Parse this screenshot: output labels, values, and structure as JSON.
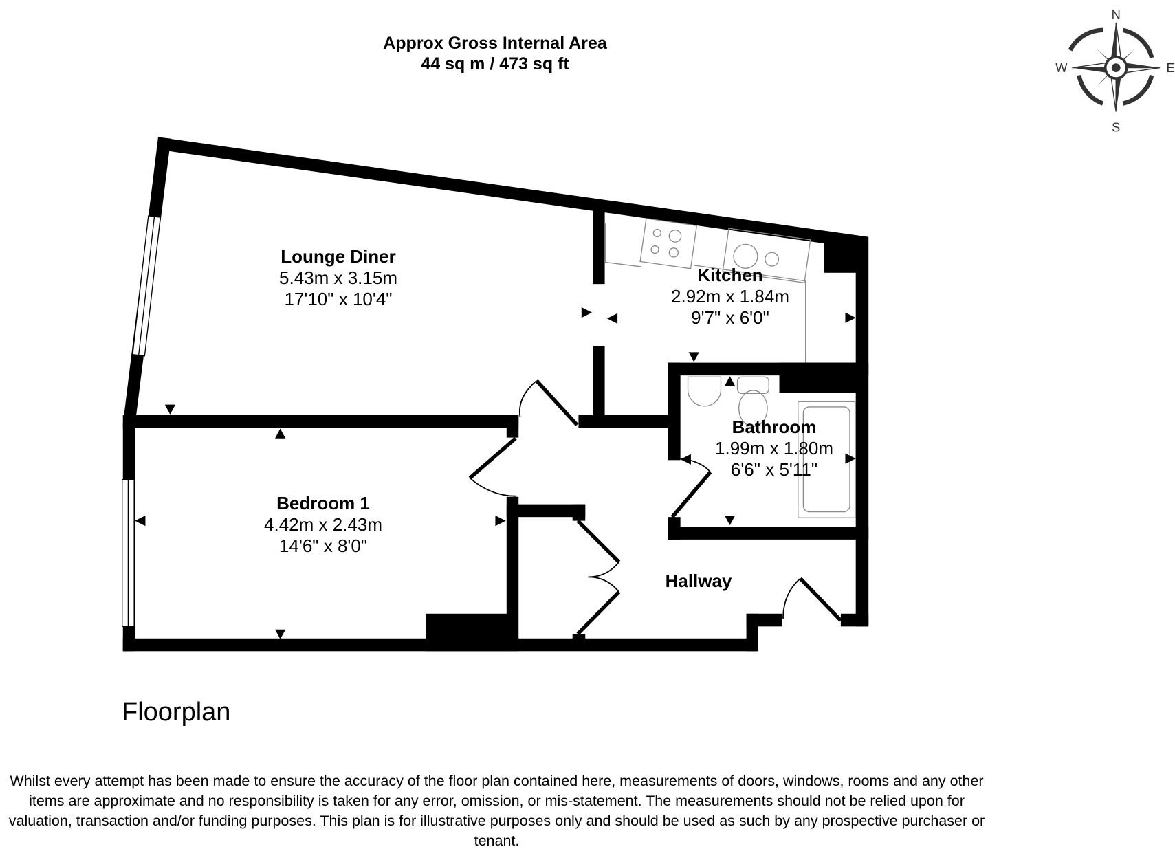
{
  "header": {
    "title": "Approx Gross Internal Area",
    "area": "44 sq m / 473 sq ft"
  },
  "compass": {
    "north": "N",
    "south": "S",
    "east": "E",
    "west": "W",
    "icon": "compass-rose-icon"
  },
  "rooms": [
    {
      "name": "Lounge Diner",
      "metric": "5.43m x 3.15m",
      "imperial": "17'10\" x 10'4\""
    },
    {
      "name": "Kitchen",
      "metric": "2.92m x 1.84m",
      "imperial": "9'7\" x 6'0\""
    },
    {
      "name": "Bathroom",
      "metric": "1.99m x 1.80m",
      "imperial": "6'6\" x 5'11\""
    },
    {
      "name": "Bedroom 1",
      "metric": "4.42m x 2.43m",
      "imperial": "14'6\" x 8'0\""
    },
    {
      "name": "Hallway"
    }
  ],
  "plan_label": "Floorplan",
  "disclaimer": "Whilst every attempt has been made to ensure the accuracy of the floor plan contained here, measurements of doors, windows, rooms and any other items are approximate and no responsibility is taken for any error, omission, or mis-statement. The measurements should not be relied upon for valuation, transaction and/or funding purposes. This plan is for illustrative purposes only and should be used as such by any prospective purchaser or tenant.",
  "colors": {
    "wall": "#000000",
    "fixture": "#8a8a8a",
    "compass": "#333333"
  }
}
